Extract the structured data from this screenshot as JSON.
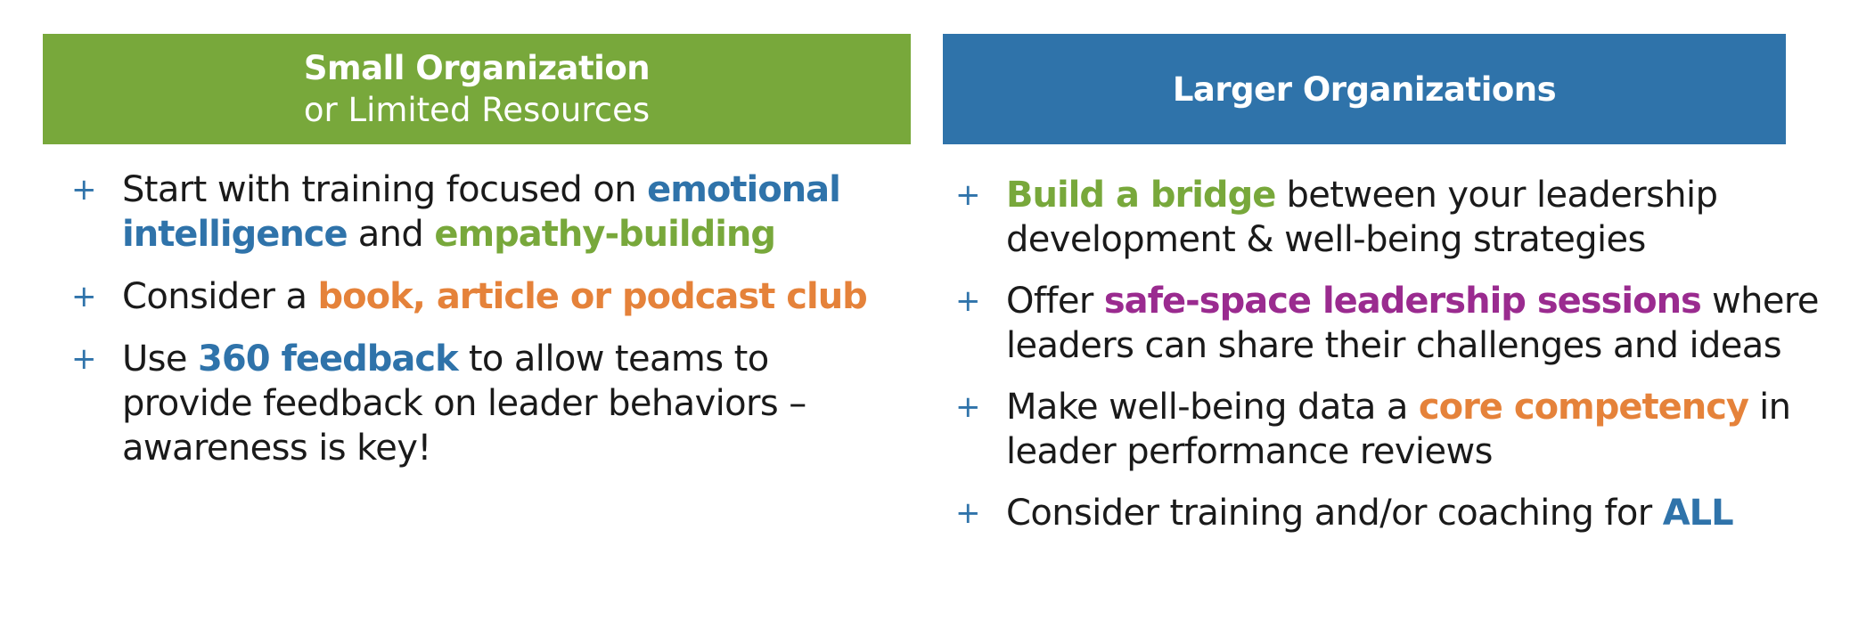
{
  "left_panel": {
    "header_line1": "Small Organization",
    "header_line2": "or Limited Resources",
    "bullet_marker": "+",
    "bullets": [
      {
        "t1": "Start with training focused on ",
        "h1": "emotional intelligence",
        "t2": " and ",
        "h2": "empathy-building"
      },
      {
        "t1": "Consider a ",
        "h1": "book, article or podcast club"
      },
      {
        "t1": "Use ",
        "h1": "360 feedback",
        "t2": " to allow teams to provide feedback on leader behaviors – awareness is key!"
      }
    ]
  },
  "right_panel": {
    "header": "Larger Organizations",
    "bullet_marker": "+",
    "bullets": [
      {
        "h1": "Build a bridge",
        "t1": " between your leadership development & well-being strategies"
      },
      {
        "t1": "Offer ",
        "h1": "safe-space leadership sessions",
        "t2": " where leaders can share their challenges and ideas"
      },
      {
        "t1": "Make well-being data a ",
        "h1": "core competency",
        "t2": " in leader performance reviews"
      },
      {
        "t1": "Consider training and/or coaching for ",
        "h1": "ALL"
      }
    ]
  },
  "colors": {
    "green": "#78a83b",
    "blue": "#2f73aa",
    "orange": "#e5823a",
    "purple": "#9a2b8f"
  }
}
